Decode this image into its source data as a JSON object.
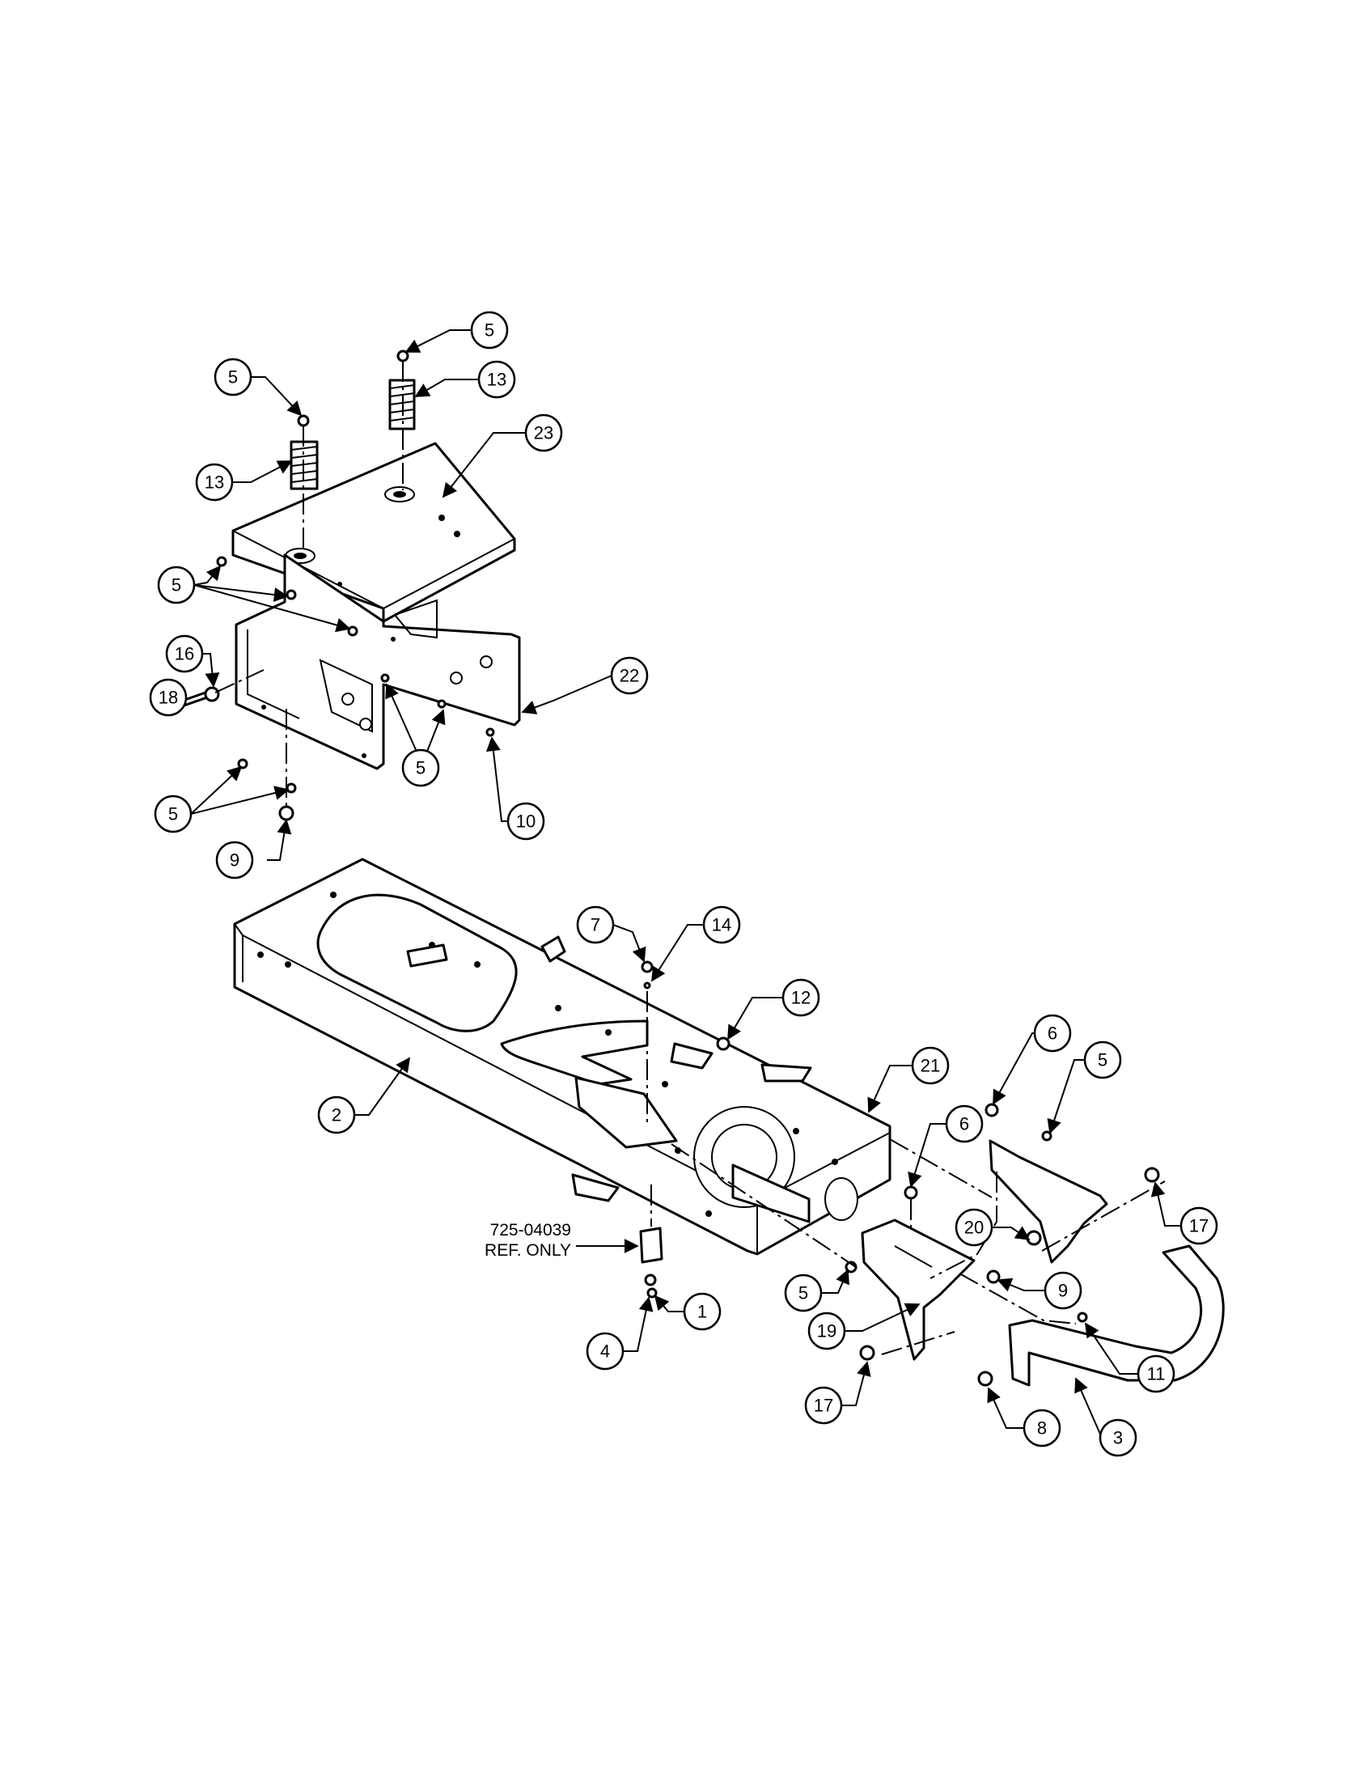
{
  "callouts": {
    "c1": "5",
    "c2": "13",
    "c3": "5",
    "c4": "13",
    "c5": "23",
    "c6": "5",
    "c7": "16",
    "c8": "18",
    "c9": "5",
    "c10": "5",
    "c11": "22",
    "c12": "9",
    "c13": "10",
    "c14": "7",
    "c15": "14",
    "c16": "12",
    "c17": "21",
    "c18": "6",
    "c19": "5",
    "c20": "2",
    "c21": "6",
    "c22": "17",
    "c23": "20",
    "c24": "9",
    "c25": "5",
    "c26": "1",
    "c27": "19",
    "c28": "11",
    "c29": "4",
    "c30": "17",
    "c31": "8",
    "c32": "3"
  },
  "ref_note": {
    "line1": "725-04039",
    "line2": "REF. ONLY"
  }
}
